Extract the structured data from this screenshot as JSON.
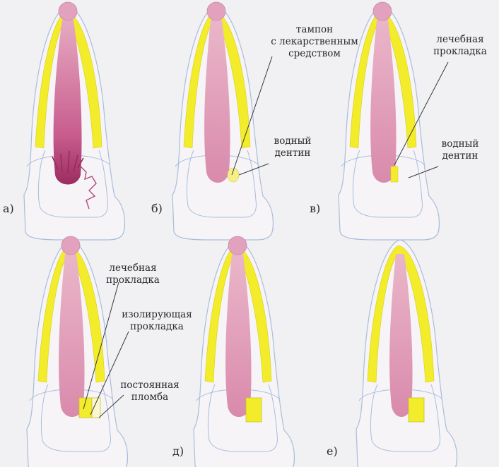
{
  "panels": [
    {
      "id": "a",
      "label": "а)"
    },
    {
      "id": "b",
      "label": "б)"
    },
    {
      "id": "v",
      "label": "в)"
    },
    {
      "id": "d",
      "label": "д)"
    },
    {
      "id": "e",
      "label": "е)"
    }
  ],
  "annotations": {
    "tampon_line1": "тампон",
    "tampon_line2": "с лекарственным",
    "tampon_line3": "средством",
    "water_dentin_line1": "водный",
    "water_dentin_line2": "дентин",
    "medical_liner_line1": "лечебная",
    "medical_liner_line2": "прокладка",
    "insulating_liner_line1": "изолирующая",
    "insulating_liner_line2": "прокладка",
    "permanent_filling_line1": "постоянная",
    "permanent_filling_line2": "пломба"
  },
  "colors": {
    "enamel": "#f2ec2a",
    "pulp_light": "#e8a9c0",
    "pulp_mid": "#cf6f99",
    "pulp_dark": "#a8386a",
    "outline": "#9fb6d6",
    "leader": "#3a3a3f",
    "background": "#f1f0f3"
  }
}
